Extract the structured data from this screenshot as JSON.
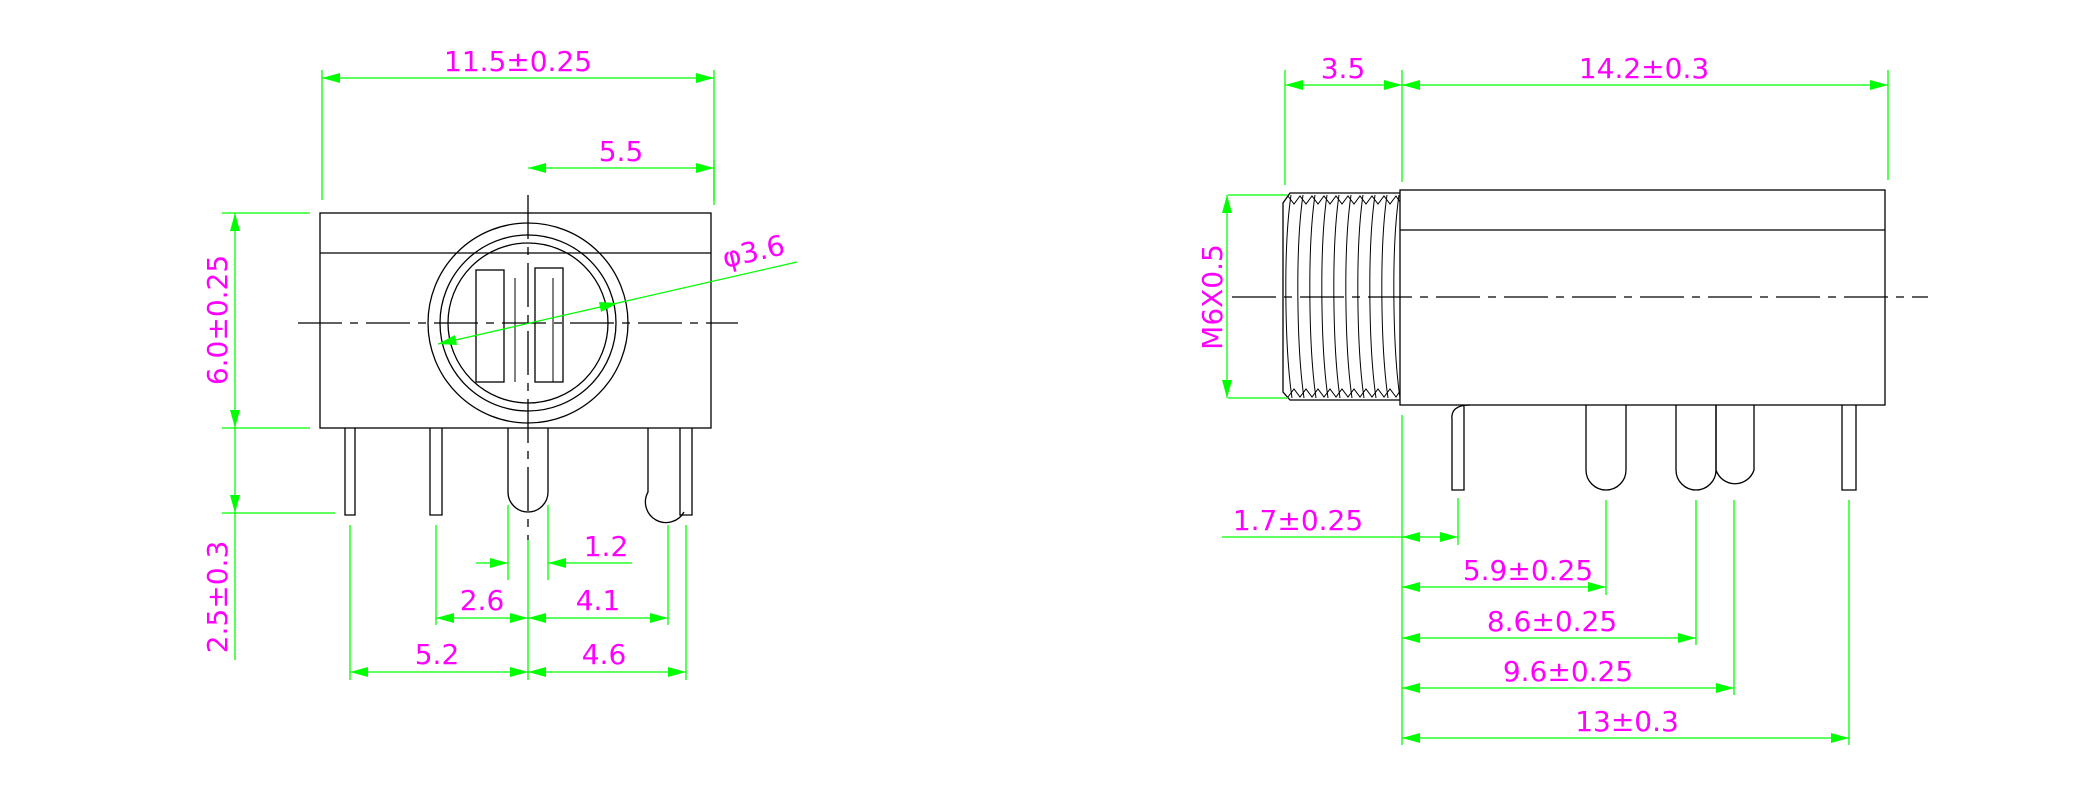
{
  "colors": {
    "outline": "#000000",
    "dimension_line": "#00ff00",
    "dimension_text": "#ff00ff",
    "background": "#ffffff"
  },
  "front_view": {
    "width": "11.5±0.25",
    "center_offset": "5.5",
    "hole_diameter": "φ3.6",
    "height": "6.0±0.25",
    "pin_length": "2.5±0.3",
    "pin_width": "1.2",
    "pin_left_inner": "2.6",
    "pin_right_inner": "4.1",
    "pin_left_outer": "5.2",
    "pin_right_outer": "4.6"
  },
  "side_view": {
    "thread_length": "3.5",
    "body_length": "14.2±0.3",
    "thread_spec": "M6X0.5",
    "pin1_offset": "1.7±0.25",
    "pin2_offset": "5.9±0.25",
    "pin3_offset": "8.6±0.25",
    "pin4_offset": "9.6±0.25",
    "pin5_offset": "13±0.3"
  }
}
